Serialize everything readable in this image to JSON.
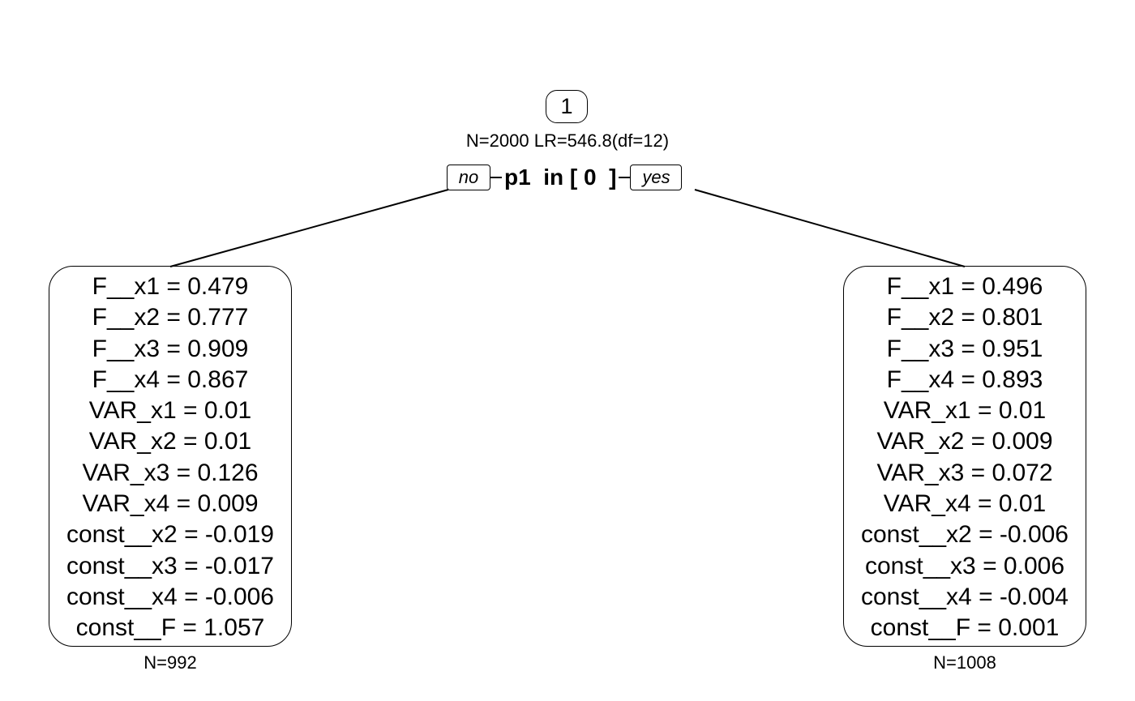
{
  "root": {
    "id": "1",
    "stats": "N=2000 LR=546.8(df=12)",
    "no_label": "no",
    "yes_label": "yes",
    "rule": "p1  in [ 0  ]"
  },
  "leaves": {
    "left": {
      "lines": [
        "F__x1 = 0.479",
        "F__x2 = 0.777",
        "F__x3 = 0.909",
        "F__x4 = 0.867",
        "VAR_x1 = 0.01",
        "VAR_x2 = 0.01",
        "VAR_x3 = 0.126",
        "VAR_x4 = 0.009",
        "const__x2 = -0.019",
        "const__x3 = -0.017",
        "const__x4 = -0.006",
        "const__F = 1.057"
      ],
      "n": "N=992"
    },
    "right": {
      "lines": [
        "F__x1 = 0.496",
        "F__x2 = 0.801",
        "F__x3 = 0.951",
        "F__x4 = 0.893",
        "VAR_x1 = 0.01",
        "VAR_x2 = 0.009",
        "VAR_x3 = 0.072",
        "VAR_x4 = 0.01",
        "const__x2 = -0.006",
        "const__x3 = 0.006",
        "const__x4 = -0.004",
        "const__F = 0.001"
      ],
      "n": "N=1008"
    }
  }
}
